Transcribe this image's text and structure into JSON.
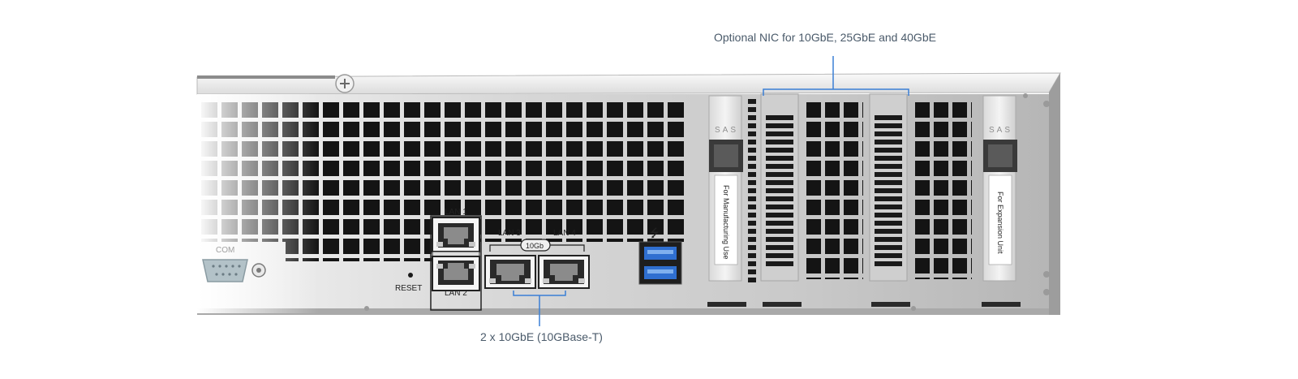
{
  "callouts": {
    "nic": "Optional NIC for 10GbE, 25GbE and 40GbE",
    "lan": "2 x 10GbE (10GBase-T)"
  },
  "ports": {
    "com": "COM",
    "lan1": "LAN 1",
    "lan2": "LAN 2",
    "lan3": "LAN 3",
    "lan4": "LAN 4",
    "badge_10gb": "10Gb",
    "reset": "RESET",
    "usb_symbol": "⭍"
  },
  "slots": {
    "sas_left": "SAS",
    "sas_right": "SAS",
    "manufacturing": "For Manufacturing Use",
    "expansion": "For Expansion Unit"
  },
  "colors": {
    "callout_line": "#3a7fd5",
    "usb_blue": "#2f6fd0",
    "chassis_light": "#e4e4e4",
    "chassis_dark": "#bcbcbc"
  }
}
